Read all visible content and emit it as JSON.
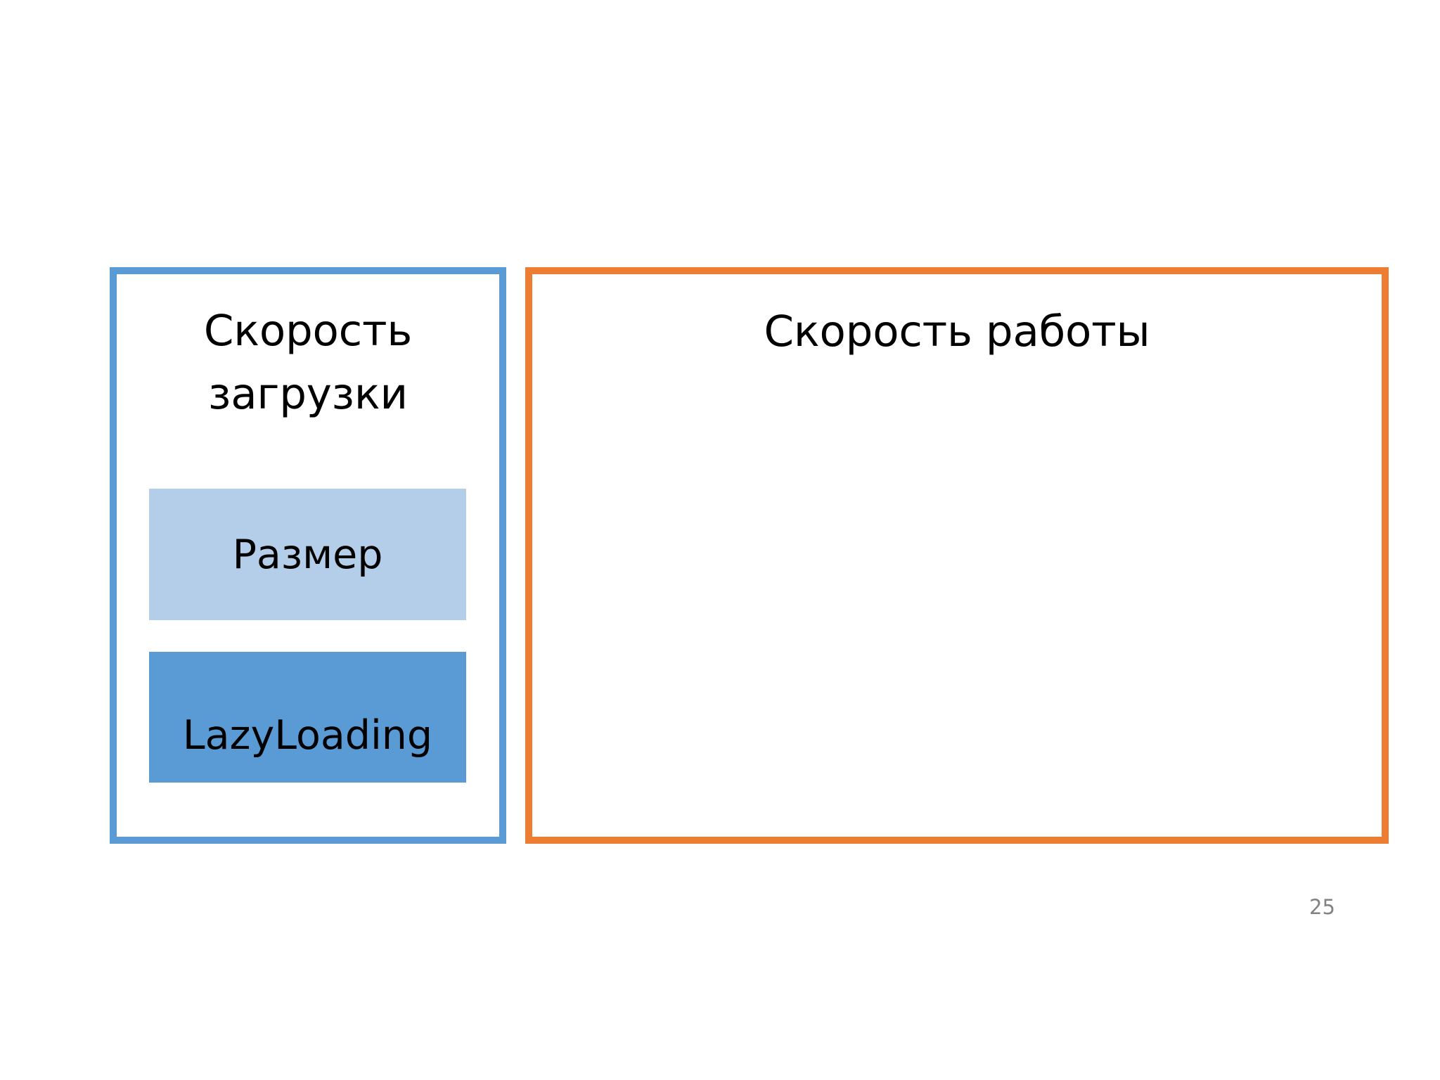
{
  "slide": {
    "page_number": "25",
    "background_color": "#ffffff"
  },
  "panels": {
    "left": {
      "title": "Скорость\nзагрузки",
      "border_color": "#5b9bd5",
      "items": [
        {
          "label": "Размер",
          "fill_color": "#b4cde8"
        },
        {
          "label": "LazyLoading",
          "fill_color": "#5b9bd5"
        }
      ]
    },
    "right": {
      "title": "Скорость работы",
      "border_color": "#ed7d31",
      "items": []
    }
  }
}
